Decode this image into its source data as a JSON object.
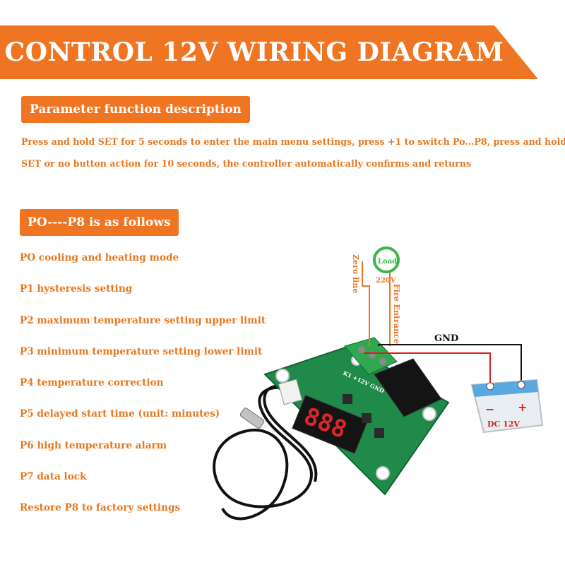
{
  "banner": {
    "title": "CONTROL 12V WIRING DIAGRAM"
  },
  "params_section": {
    "label": "Parameter function description",
    "desc_line1": "Press and hold SET for 5 seconds to enter the main menu settings, press +1 to switch Po...P8, press and hold",
    "desc_line2": "SET or no button action for 10 seconds, the controller automatically confirms and returns"
  },
  "p_section": {
    "label": "PO----P8 is as follows",
    "items": [
      "PO cooling and heating mode",
      "P1 hysteresis setting",
      "P2 maximum temperature setting upper limit",
      "P3 minimum temperature setting lower limit",
      "P4 temperature correction",
      "P5 delayed start time (unit: minutes)",
      "P6 high temperature alarm",
      "P7 data lock",
      "Restore P8 to factory settings"
    ]
  },
  "diagram": {
    "load_label": "Load",
    "voltage_label": "220V",
    "zero_line_label": "Zero line",
    "fire_entrance_label": "Fire Entrance",
    "gnd_label": "GND",
    "power_label": "DC 12V",
    "minus_label": "−",
    "plus_label": "+",
    "board_pins_label": "K1  +12V GND",
    "colors": {
      "orange": "#f07522",
      "green_board": "#1f8a4a",
      "terminal": "#2fa84f",
      "red_wire": "#d81e1e",
      "black_wire": "#111111",
      "load_green": "#3cb54a"
    }
  }
}
